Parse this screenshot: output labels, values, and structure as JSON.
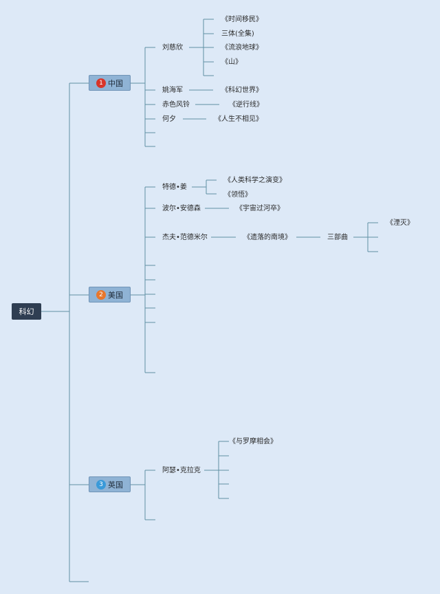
{
  "root": {
    "label": "科幻"
  },
  "colors": {
    "background": "#dde9f7",
    "root_fill": "#2f3e52",
    "country_fill": "#8fb3d5",
    "connector": "#5f8fa3",
    "badge_red": "#d8352a",
    "badge_orange": "#e8772d",
    "badge_blue": "#3a9ad9"
  },
  "countries": [
    {
      "label": "中国",
      "badge": "1",
      "badge_color": "#d8352a",
      "authors": [
        {
          "name": "刘慈欣",
          "works": [
            "《时间移民》",
            "三体(全集)",
            "《流浪地球》",
            "《山》"
          ]
        },
        {
          "name": "姚海军",
          "works": [
            "《科幻世界》"
          ]
        },
        {
          "name": "赤色风铃",
          "works": [
            "《逆行线》"
          ]
        },
        {
          "name": "何夕",
          "works": [
            "《人生不相见》"
          ]
        }
      ]
    },
    {
      "label": "美国",
      "badge": "2",
      "badge_color": "#e8772d",
      "authors": [
        {
          "name": "特德•姜",
          "works": [
            "《人类科学之演变》",
            "《领悟》"
          ]
        },
        {
          "name": "波尔•安德森",
          "works": [
            "《宇宙过河卒》"
          ]
        },
        {
          "name": "杰夫•范德米尔",
          "works": [
            "《遗落的南境》"
          ],
          "series": "三部曲",
          "series_works": [
            "《湮灭》"
          ]
        }
      ]
    },
    {
      "label": "英国",
      "badge": "3",
      "badge_color": "#3a9ad9",
      "authors": [
        {
          "name": "阿瑟•克拉克",
          "works": [
            "《与罗摩相会》"
          ]
        }
      ]
    }
  ]
}
